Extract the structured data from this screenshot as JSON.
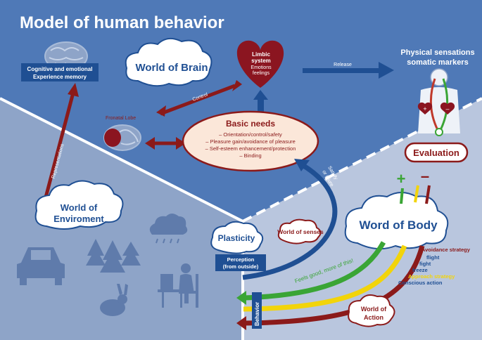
{
  "title": "Model of human behavior",
  "colors": {
    "brain_bg": "#4f79b7",
    "environment_bg": "#8ea4c8",
    "body_bg": "#b9c6de",
    "dark_blue": "#1f4f93",
    "dark_red": "#8b1a1a",
    "heart_red": "#8b1520",
    "green": "#3aa535",
    "yellow": "#f2d40a",
    "white": "#ffffff"
  },
  "memory": {
    "line1": "Cognitive and emotional",
    "line2": "Experience memory"
  },
  "world_of_brain": "World of Brain",
  "limbic": {
    "line1": "Limbic",
    "line2": "system",
    "line3": "Emotions",
    "line4": "feelings"
  },
  "release": "Release",
  "physical": {
    "line1": "Physical sensations",
    "line2": "somatic markers"
  },
  "control": "Control",
  "frontal_lobe": "Fronatal Lobe",
  "basic_needs": {
    "title": "Basic needs",
    "items": [
      "– Orientation/control/safety",
      "– Pleasure gain/avoidance of pleasure",
      "– Self-esteem enhancement/protection",
      "– Binding"
    ]
  },
  "evaluation": "Evaluation",
  "representations": "Representations",
  "satisfy": {
    "line1": "Satisfy",
    "line2": "or injure"
  },
  "world_of_environment": {
    "line1": "World of",
    "line2": "Enviroment"
  },
  "plasticity": "Plasticity",
  "world_of_senses": "World of senses",
  "word_of_body": "Word of Body",
  "perception": {
    "line1": "Perception",
    "line2": "(from outside)"
  },
  "strategies": {
    "avoidance": "Avoidance strategy",
    "flight": "flight",
    "fight": "fight",
    "freeze": "freeze",
    "approach": "Approach strategy",
    "conscious": "Conscious action"
  },
  "feels_good": "Feels good, more of this!",
  "behavior": "Behavior",
  "world_of_action": {
    "line1": "World of",
    "line2": "Action"
  },
  "plus": "+",
  "minus": "–",
  "icons": [
    "brain-icon",
    "heart-icon",
    "human-body-icon",
    "car-icon",
    "trees-icon",
    "rain-cloud-icon",
    "rabbit-icon",
    "person-at-computer-icon"
  ]
}
